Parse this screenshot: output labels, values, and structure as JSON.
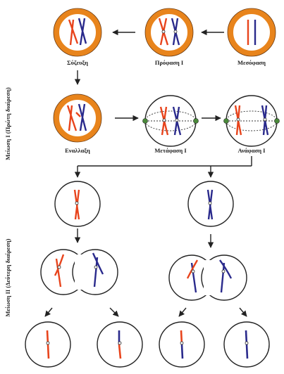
{
  "labels": {
    "synapsis": "Σύζευξη",
    "prophase1": "Πρόφαση I",
    "interphase": "Μεσόφαση",
    "crossing_over": "Εναλλαξη",
    "metaphase1": "Μετάφαση I",
    "anaphase1": "Ανάφαση I"
  },
  "side_labels": {
    "meiosis1": "Μείωση I (Πρώτη διαίρεση)",
    "meiosis2": "Μείωση II (Δεύτερη διαίρεση)"
  },
  "colors": {
    "maternal": "#e8441c",
    "paternal": "#2a2a8c",
    "nucleus": "#e8841c",
    "centrosome": "#4a8a3a"
  }
}
